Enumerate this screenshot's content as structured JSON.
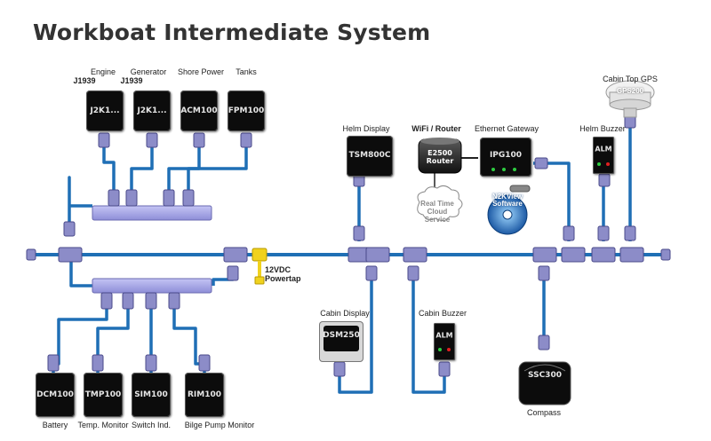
{
  "title": "Workboat Intermediate System",
  "colors": {
    "backbone": "#1f6fb5",
    "connector": "#8c8cc8",
    "manifold": "#a9a9e8",
    "device": "#0c0c0c",
    "power": "#f0d21e"
  },
  "devices": {
    "engine": {
      "label": "Engine",
      "protocol": "J1939",
      "model": "J2K1..."
    },
    "generator": {
      "label": "Generator",
      "protocol": "J1939",
      "model": "J2K1..."
    },
    "shore_power": {
      "label": "Shore Power",
      "model": "ACM100"
    },
    "tanks": {
      "label": "Tanks",
      "model": "FPM100"
    },
    "helm_display": {
      "label": "Helm Display",
      "model": "TSM800C"
    },
    "router": {
      "label": "WiFi / Router",
      "model": "E2500 Router"
    },
    "cloud": {
      "label": "Real Time Cloud Service"
    },
    "gateway": {
      "label": "Ethernet Gateway",
      "model": "IPG100"
    },
    "software": {
      "label": "N2KView Software"
    },
    "helm_buzzer": {
      "label": "Helm Buzzer",
      "model": "ALM"
    },
    "gps": {
      "label": "Cabin Top GPS",
      "model": "GPS200"
    },
    "powertap": {
      "label": "12VDC Powertap"
    },
    "cabin_display": {
      "label": "Cabin Display",
      "model": "DSM250"
    },
    "cabin_buzzer": {
      "label": "Cabin Buzzer",
      "model": "ALM"
    },
    "compass": {
      "label": "Compass",
      "model": "SSC300"
    },
    "battery": {
      "label": "Battery",
      "model": "DCM100"
    },
    "temp": {
      "label": "Temp. Monitor",
      "model": "TMP100"
    },
    "switch": {
      "label": "Switch Ind.",
      "model": "SIM100"
    },
    "bilge": {
      "label": "Bilge Pump Monitor",
      "model": "RIM100"
    }
  }
}
